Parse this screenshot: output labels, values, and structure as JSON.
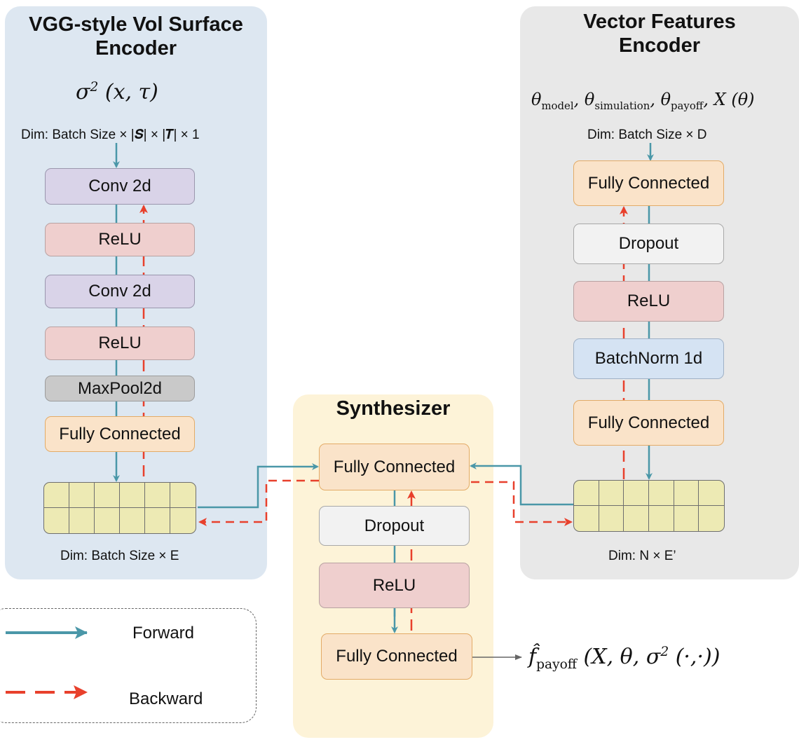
{
  "panels": {
    "vgg": {
      "title": "VGG-style Vol Surface\nEncoder",
      "input_dim": "Dim: Batch Size × |𝑺| × |𝑻| × 1",
      "output_dim": "Dim: Batch Size × E",
      "layers": [
        "Conv 2d",
        "ReLU",
        "Conv 2d",
        "ReLU",
        "MaxPool2d",
        "Fully Connected"
      ]
    },
    "vector": {
      "title": "Vector Features\nEncoder",
      "input_dim": "Dim: Batch Size × D",
      "output_dim": "Dim: N × E’",
      "layers": [
        "Fully Connected",
        "Dropout",
        "ReLU",
        "BatchNorm 1d",
        "Fully Connected"
      ]
    },
    "synth": {
      "title": "Synthesizer",
      "layers": [
        "Fully Connected",
        "Dropout",
        "ReLU",
        "Fully Connected"
      ]
    }
  },
  "math": {
    "vol_input": "σ² (x, τ)",
    "vec_input": "θmodel, θsimulation, θpayoff, X (θ)",
    "output": "f̂payoff (X, θ, σ² (·,·))"
  },
  "legend": {
    "forward": "Forward",
    "backward": "Backward"
  },
  "colors": {
    "forward": "#4a97a8",
    "backward": "#e8402c",
    "output_arrow": "#666666"
  },
  "embedding_grid": {
    "rows": 2,
    "cols": 6
  }
}
